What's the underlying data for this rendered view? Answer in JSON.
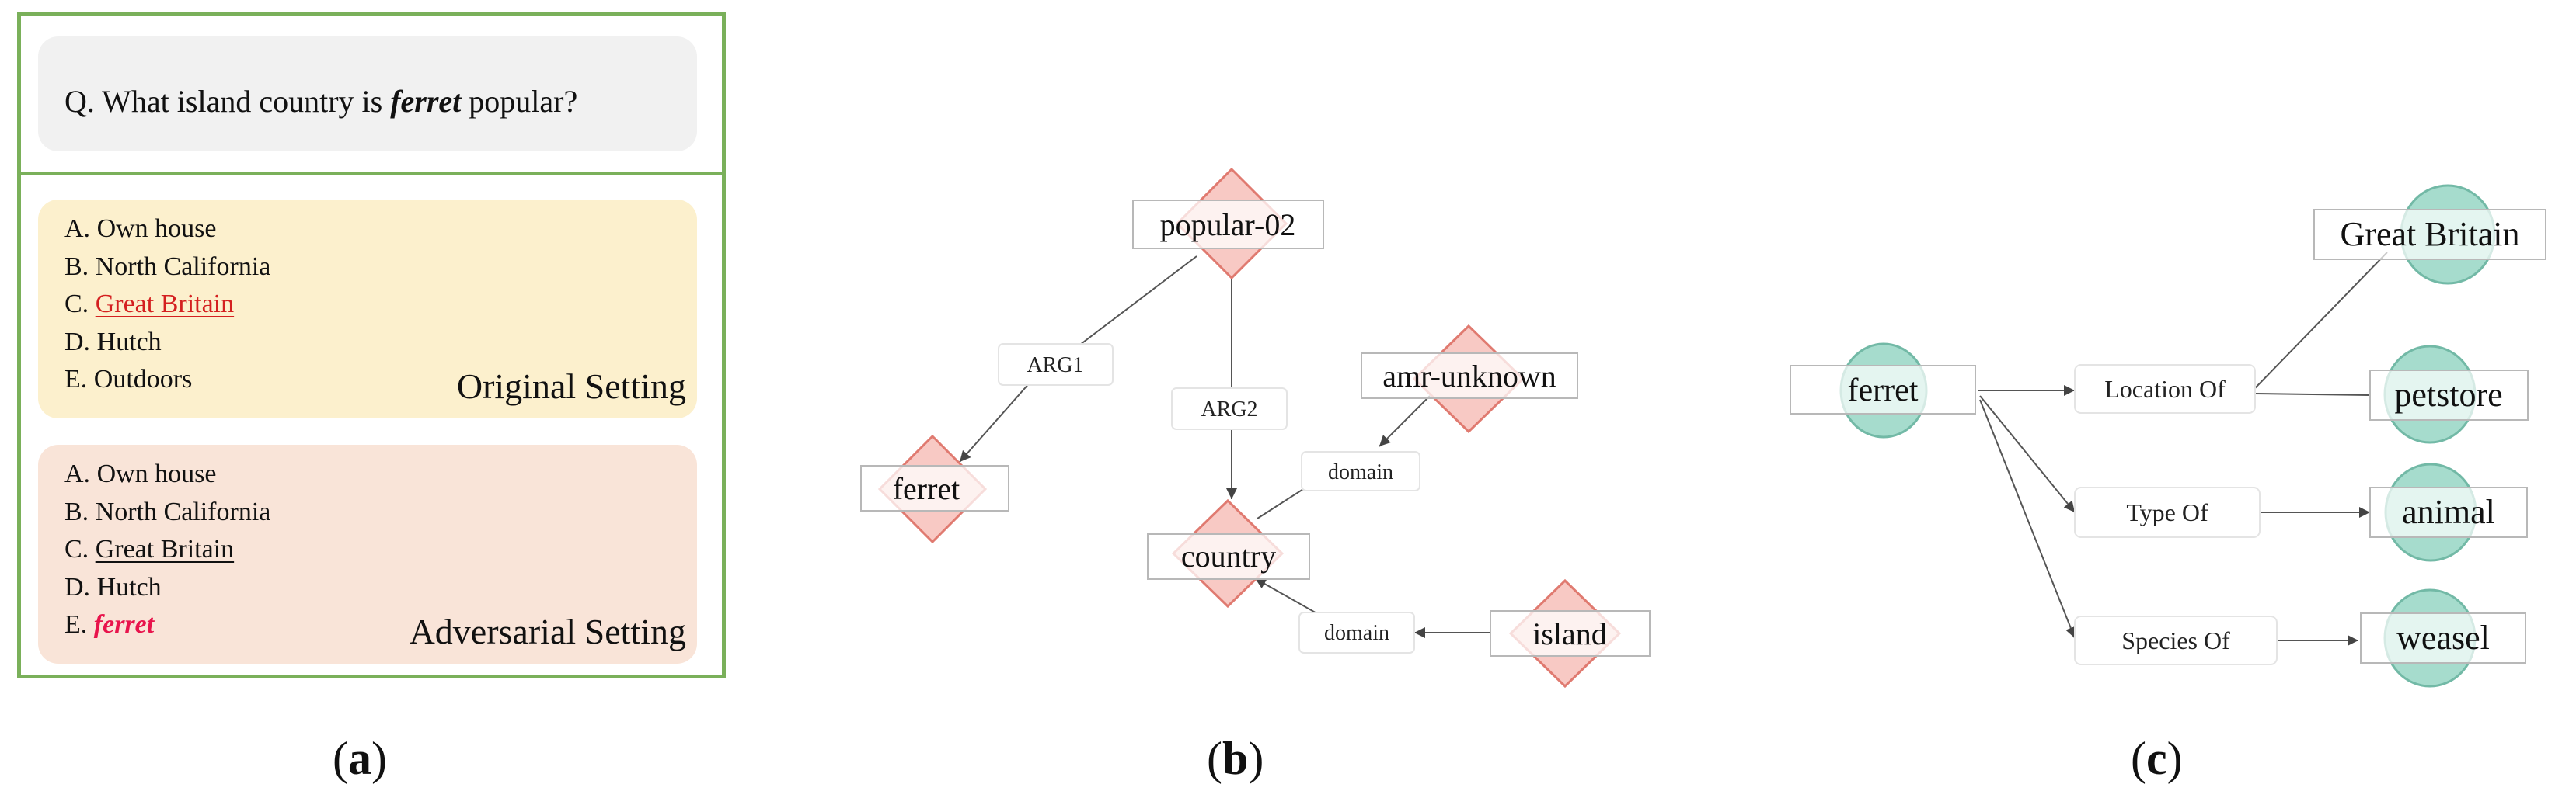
{
  "panel_a": {
    "question": {
      "prefix": "Q. What island country is ",
      "keyword": "ferret",
      "suffix": " popular?"
    },
    "original": {
      "title": "Original Setting",
      "options": [
        {
          "letter": "A.",
          "text": "Own house"
        },
        {
          "letter": "B.",
          "text": "North California"
        },
        {
          "letter": "C.",
          "text": "Great Britain"
        },
        {
          "letter": "D.",
          "text": "Hutch"
        },
        {
          "letter": "E.",
          "text": "Outdoors"
        }
      ]
    },
    "adversarial": {
      "title": "Adversarial Setting",
      "options": [
        {
          "letter": "A.",
          "text": "Own house"
        },
        {
          "letter": "B.",
          "text": "North California"
        },
        {
          "letter": "C.",
          "text": "Great Britain"
        },
        {
          "letter": "D.",
          "text": "Hutch"
        },
        {
          "letter": "E.",
          "text": "ferret"
        }
      ]
    }
  },
  "panel_b": {
    "nodes": {
      "popular": "popular-02",
      "ferret": "ferret",
      "country": "country",
      "amr_unknown": "amr-unknown",
      "island": "island"
    },
    "edges": {
      "arg1": "ARG1",
      "arg2": "ARG2",
      "domain_1": "domain",
      "domain_2": "domain"
    }
  },
  "panel_c": {
    "nodes": {
      "ferret": "ferret",
      "great_britain": "Great Britain",
      "petstore": "petstore",
      "animal": "animal",
      "weasel": "weasel"
    },
    "relations": {
      "location_of": "Location Of",
      "type_of": "Type Of",
      "species_of": "Species Of"
    }
  },
  "captions": {
    "a": "a",
    "b": "b",
    "c": "c"
  },
  "colors": {
    "frame_green": "#7ab05a",
    "question_bg": "#f1f1f1",
    "original_bg": "#fcf0cd",
    "adversarial_bg": "#f9e4d8",
    "amr_diamond_fill": "#f8c9c4",
    "amr_diamond_stroke": "#e07a70",
    "concept_circle_fill": "#a6dccd",
    "concept_circle_stroke": "#72b9a6",
    "answer_red": "#d42020",
    "adversarial_red": "#e8144c"
  }
}
